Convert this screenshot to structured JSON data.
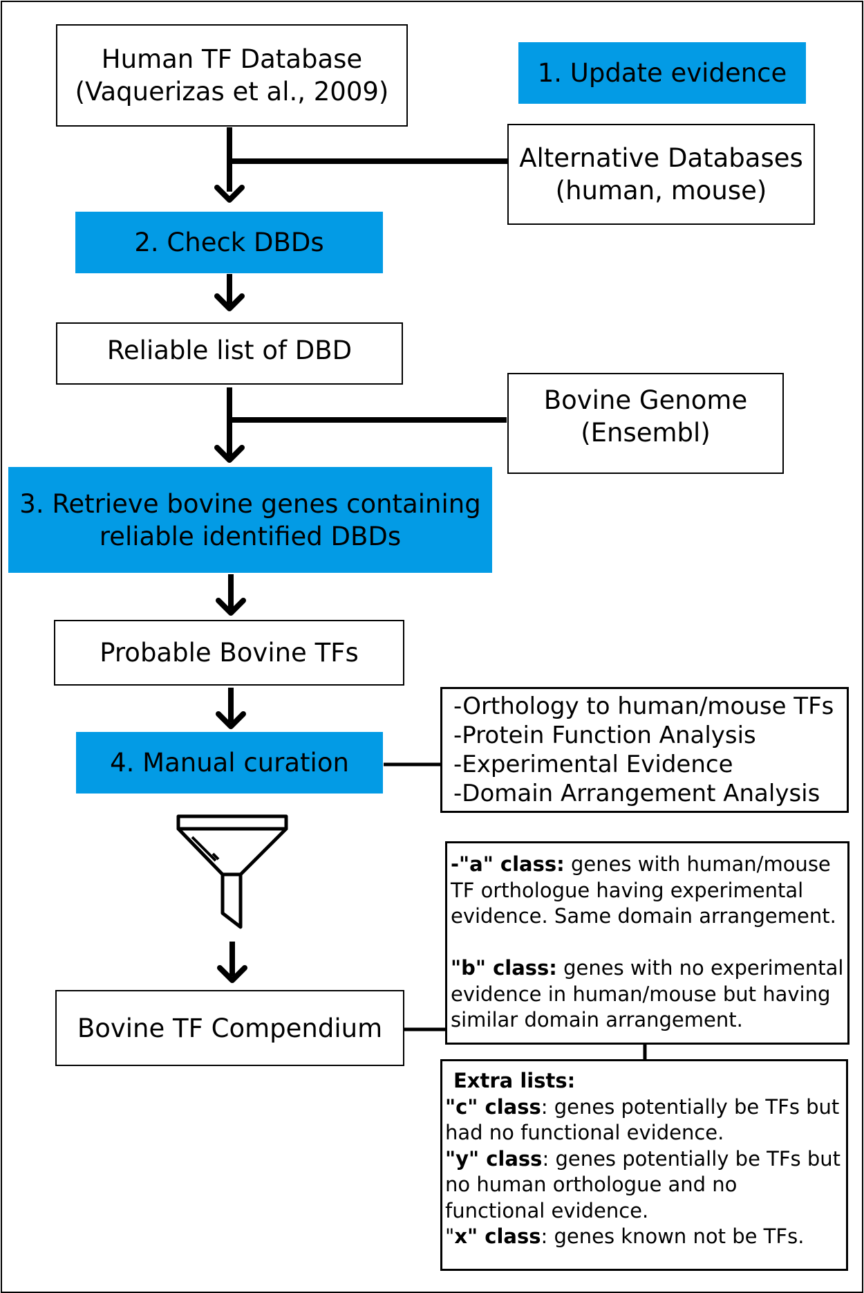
{
  "nodes": {
    "human_tf_db": {
      "lines": [
        "Human TF Database",
        "(Vaquerizas et al., 2009)"
      ]
    },
    "alt_db": {
      "lines": [
        "Alternative Databases",
        "(human, mouse)"
      ]
    },
    "reliable_list": {
      "lines": [
        "Reliable list of DBD"
      ]
    },
    "bovine_genome": {
      "lines": [
        "Bovine Genome",
        "(Ensembl)"
      ]
    },
    "probable_tfs": {
      "lines": [
        "Probable Bovine TFs"
      ]
    },
    "compendium": {
      "lines": [
        "Bovine TF Compendium"
      ]
    }
  },
  "steps": {
    "step1": {
      "label": "1. Update evidence"
    },
    "step2": {
      "label": "2. Check DBDs"
    },
    "step3": {
      "lines": [
        "3. Retrieve bovine genes containing",
        "reliable identified DBDs"
      ]
    },
    "step4": {
      "label": "4. Manual curation"
    }
  },
  "curation_criteria": [
    "-Orthology to human/mouse TFs",
    "-Protein Function Analysis",
    "-Experimental Evidence",
    "-Domain Arrangement Analysis"
  ],
  "classes": {
    "a": {
      "bold": "-\"a\" class:",
      "rest": " genes with human/mouse",
      "more": [
        "TF orthologue having experimental",
        "evidence. Same domain arrangement."
      ]
    },
    "b": {
      "bold": "\"b\" class:",
      "rest": " genes with no experimental",
      "more": [
        "evidence in human/mouse but having",
        "similar domain arrangement."
      ]
    }
  },
  "extra_lists": {
    "title": "Extra lists:",
    "c": {
      "bold": "\"c\" class",
      "rest": ": genes potentially be TFs but",
      "more": [
        "had no functional evidence."
      ]
    },
    "y": {
      "bold": "\"y\" class",
      "rest": ": genes potentially be TFs but",
      "more": [
        "no human orthologue and no",
        "functional evidence."
      ]
    },
    "x": {
      "prefix": "\"",
      "bold": "x\" class",
      "rest": ": genes known not be TFs."
    }
  },
  "colors": {
    "step_fill": "#039be5",
    "stroke": "#000000"
  },
  "icons": {
    "filter": "funnel-icon"
  }
}
